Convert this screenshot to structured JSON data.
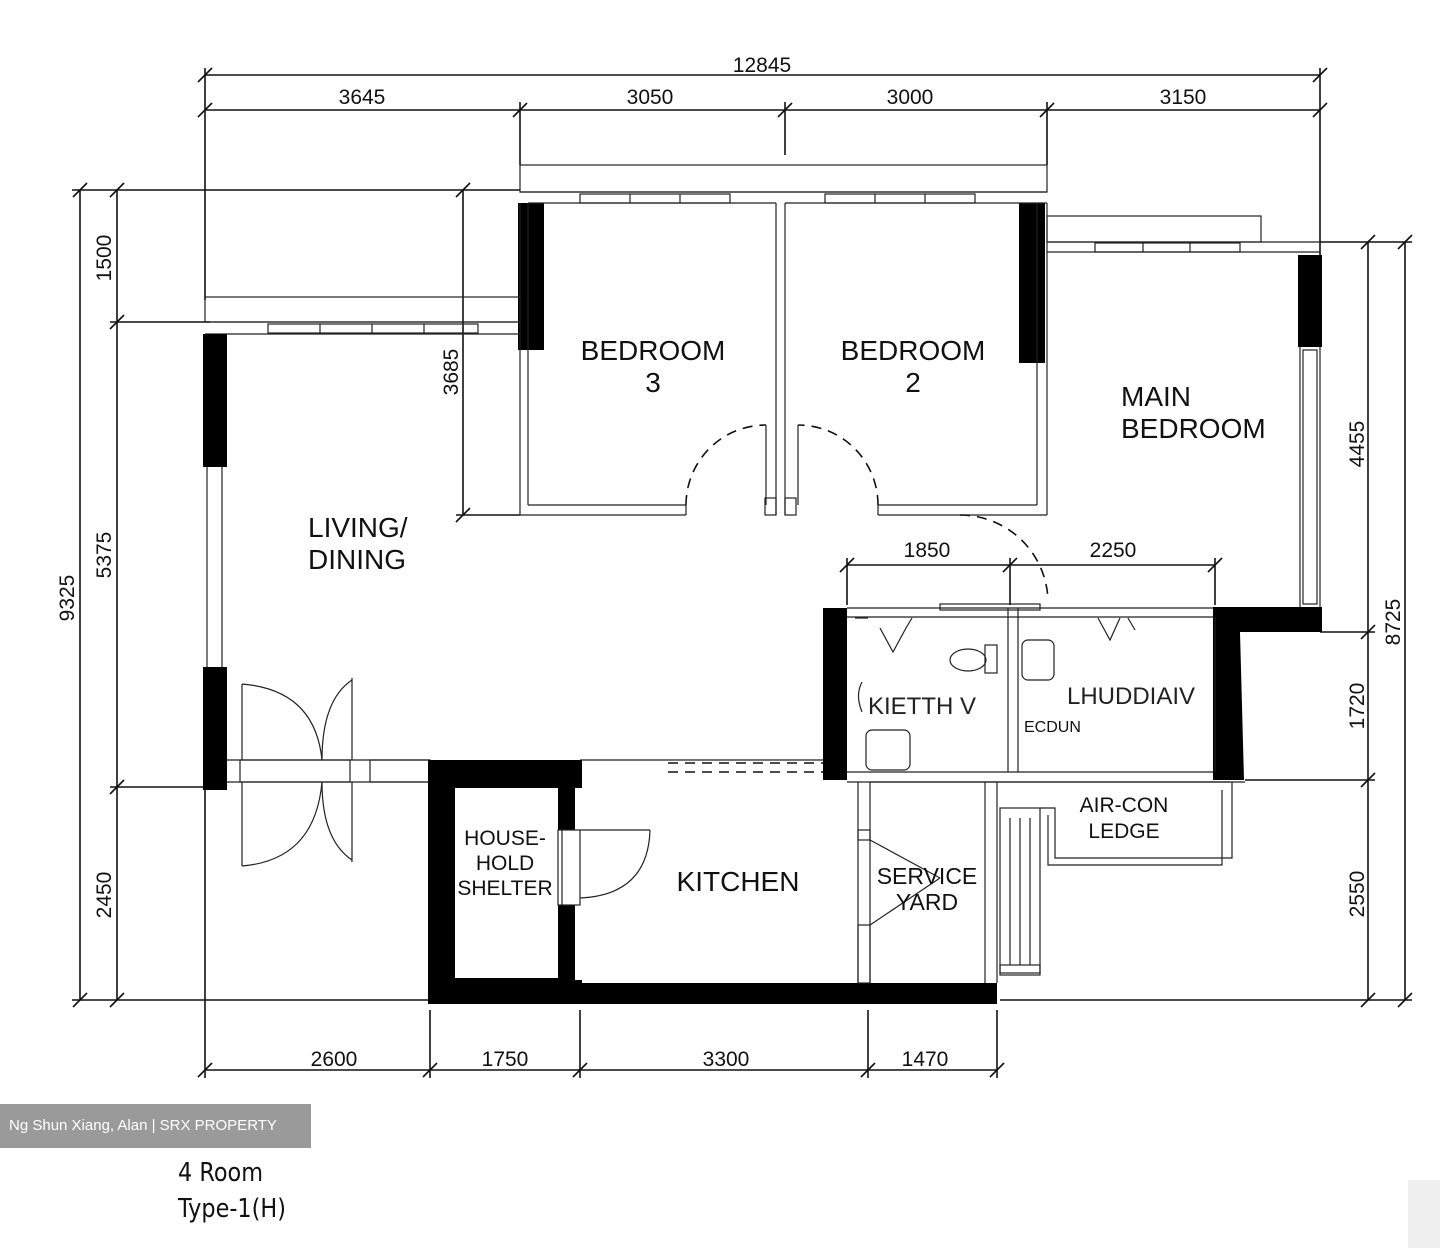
{
  "dimensions": {
    "top_total": "12845",
    "top": [
      "3645",
      "3050",
      "3000",
      "3150"
    ],
    "bottom": [
      "2600",
      "1750",
      "3300",
      "1470"
    ],
    "left_total": "9325",
    "left": [
      "1500",
      "5375",
      "2450"
    ],
    "right_total": "8725",
    "right": [
      "4455",
      "1720",
      "2550"
    ],
    "inner_bedroom": "3685",
    "bath": [
      "1850",
      "2250"
    ]
  },
  "rooms": {
    "bedroom3": [
      "BEDROOM",
      "3"
    ],
    "bedroom2": [
      "BEDROOM",
      "2"
    ],
    "main_bedroom": [
      "MAIN",
      "BEDROOM"
    ],
    "living": [
      "LIVING/",
      "DINING"
    ],
    "household_shelter": [
      "HOUSE-",
      "HOLD",
      "SHELTER"
    ],
    "kitchen": "KITCHEN",
    "service_yard": [
      "SERVICE",
      "YARD"
    ],
    "aircon_ledge": [
      "AIR-CON",
      "LEDGE"
    ],
    "bath1": "KIETTH V",
    "bath2": "LHUDDIAIV",
    "bath2_sub": "ECDUN"
  },
  "watermark": "Ng Shun Xiang, Alan | SRX PROPERTY",
  "caption": [
    "4 Room",
    "Type-1(H)"
  ]
}
